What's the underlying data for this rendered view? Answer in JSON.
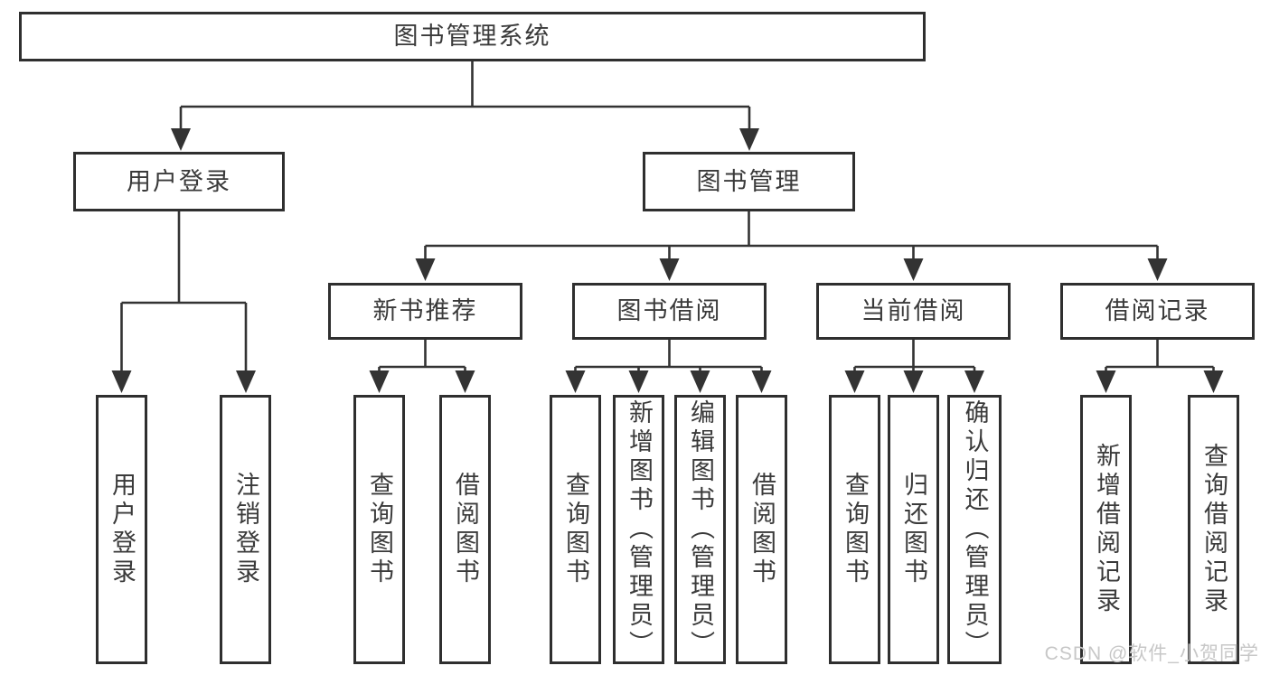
{
  "diagram": {
    "root": {
      "label": "图书管理系统"
    },
    "branches": [
      {
        "label": "用户登录",
        "children": [
          {
            "label": "用户登录"
          },
          {
            "label": "注销登录"
          }
        ]
      },
      {
        "label": "图书管理",
        "groups": [
          {
            "label": "新书推荐",
            "children": [
              {
                "label": "查询图书"
              },
              {
                "label": "借阅图书"
              }
            ]
          },
          {
            "label": "图书借阅",
            "children": [
              {
                "label": "查询图书"
              },
              {
                "label": "新增图书（管理员）"
              },
              {
                "label": "编辑图书（管理员）"
              },
              {
                "label": "借阅图书"
              }
            ]
          },
          {
            "label": "当前借阅",
            "children": [
              {
                "label": "查询图书"
              },
              {
                "label": "归还图书"
              },
              {
                "label": "确认归还（管理员）"
              }
            ]
          },
          {
            "label": "借阅记录",
            "children": [
              {
                "label": "新增借阅记录"
              },
              {
                "label": "查询借阅记录"
              }
            ]
          }
        ]
      }
    ]
  },
  "watermark": {
    "text": "CSDN @软件_小贺同学"
  },
  "colors": {
    "line": "#333333",
    "border": "#2f2f2f",
    "text": "#3a3a3a",
    "watermark": "#c7c7c7",
    "background": "#ffffff"
  }
}
